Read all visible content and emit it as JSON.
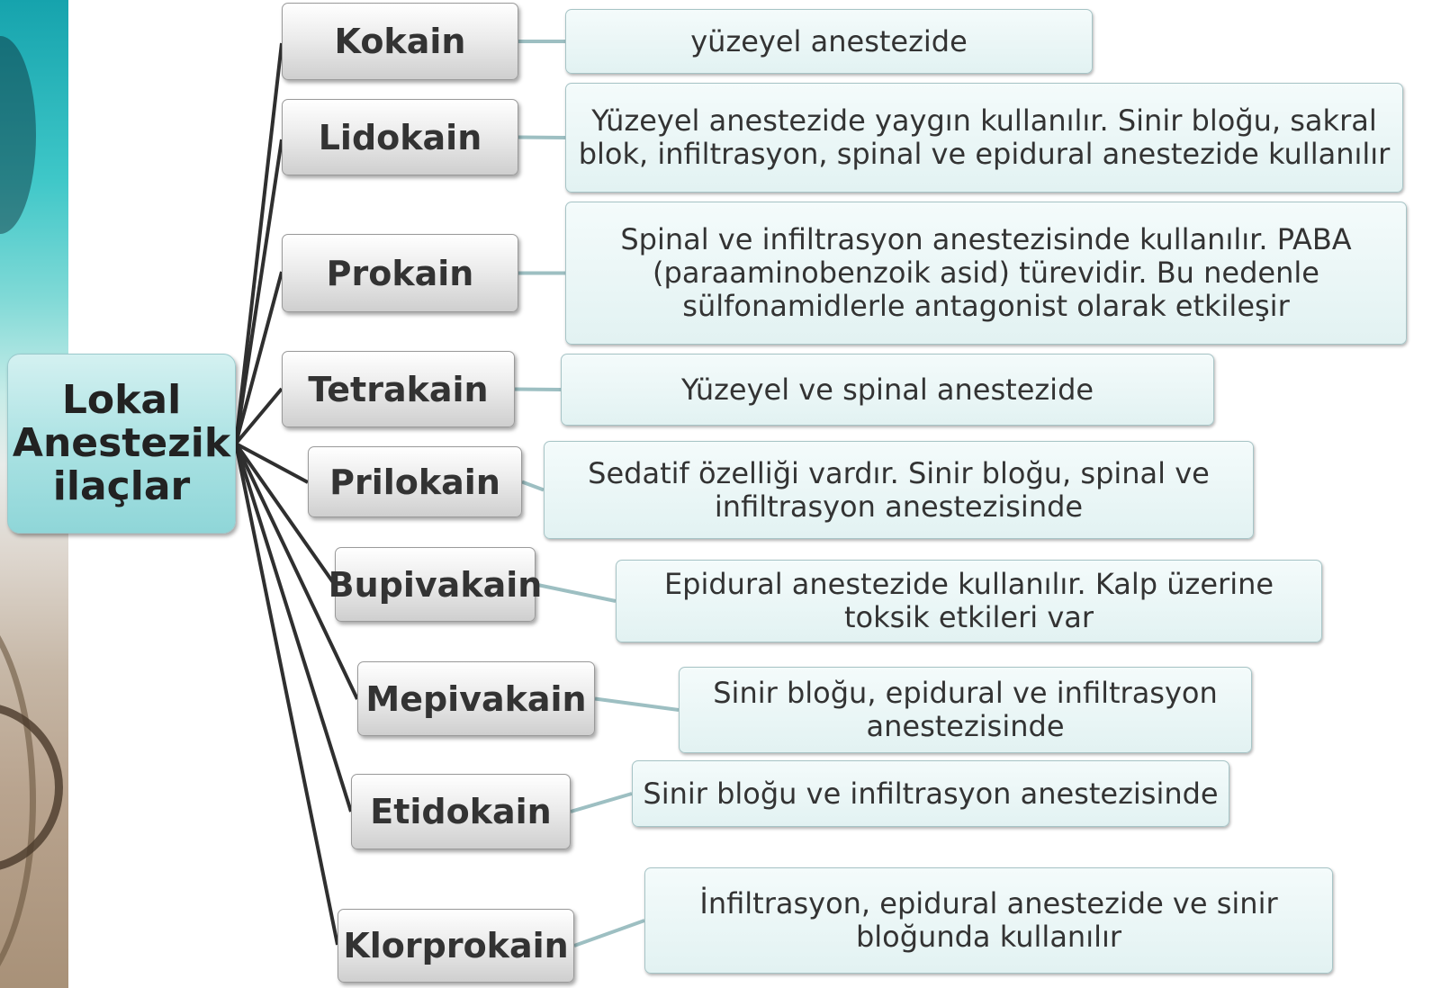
{
  "root": {
    "label": "Lokal Anestezik ilaçlar"
  },
  "drugs": [
    {
      "name": "Kokain",
      "description": "yüzeyel anestezide"
    },
    {
      "name": "Lidokain",
      "description": "Yüzeyel anestezide yaygın kullanılır. Sinir bloğu, sakral blok, infiltrasyon, spinal ve epidural anestezide kullanılır"
    },
    {
      "name": "Prokain",
      "description": "Spinal ve infiltrasyon anestezisinde kullanılır. PABA (paraaminobenzoik asid) türevidir. Bu nedenle sülfonamidlerle antagonist olarak etkileşir"
    },
    {
      "name": "Tetrakain",
      "description": "Yüzeyel ve spinal anestezide"
    },
    {
      "name": "Prilokain",
      "description": "Sedatif özelliği vardır. Sinir bloğu, spinal ve infiltrasyon anestezisinde"
    },
    {
      "name": "Bupivakain",
      "description": "Epidural anestezide kullanılır. Kalp üzerine toksik etkileri var"
    },
    {
      "name": "Mepivakain",
      "description": "Sinir bloğu, epidural ve infiltrasyon anestezisinde"
    },
    {
      "name": "Etidokain",
      "description": "Sinir bloğu ve infiltrasyon anestezisinde"
    },
    {
      "name": "Klorprokain",
      "description": "İnfiltrasyon, epidural anestezide ve sinir bloğunda kullanılır"
    }
  ],
  "colors": {
    "root_fill": "#a8e1e2",
    "drug_fill": "#dcdcdc",
    "desc_fill": "#e6f4f4",
    "trunk_line": "#2f2f2f",
    "branch_line": "#9dbfc2"
  }
}
